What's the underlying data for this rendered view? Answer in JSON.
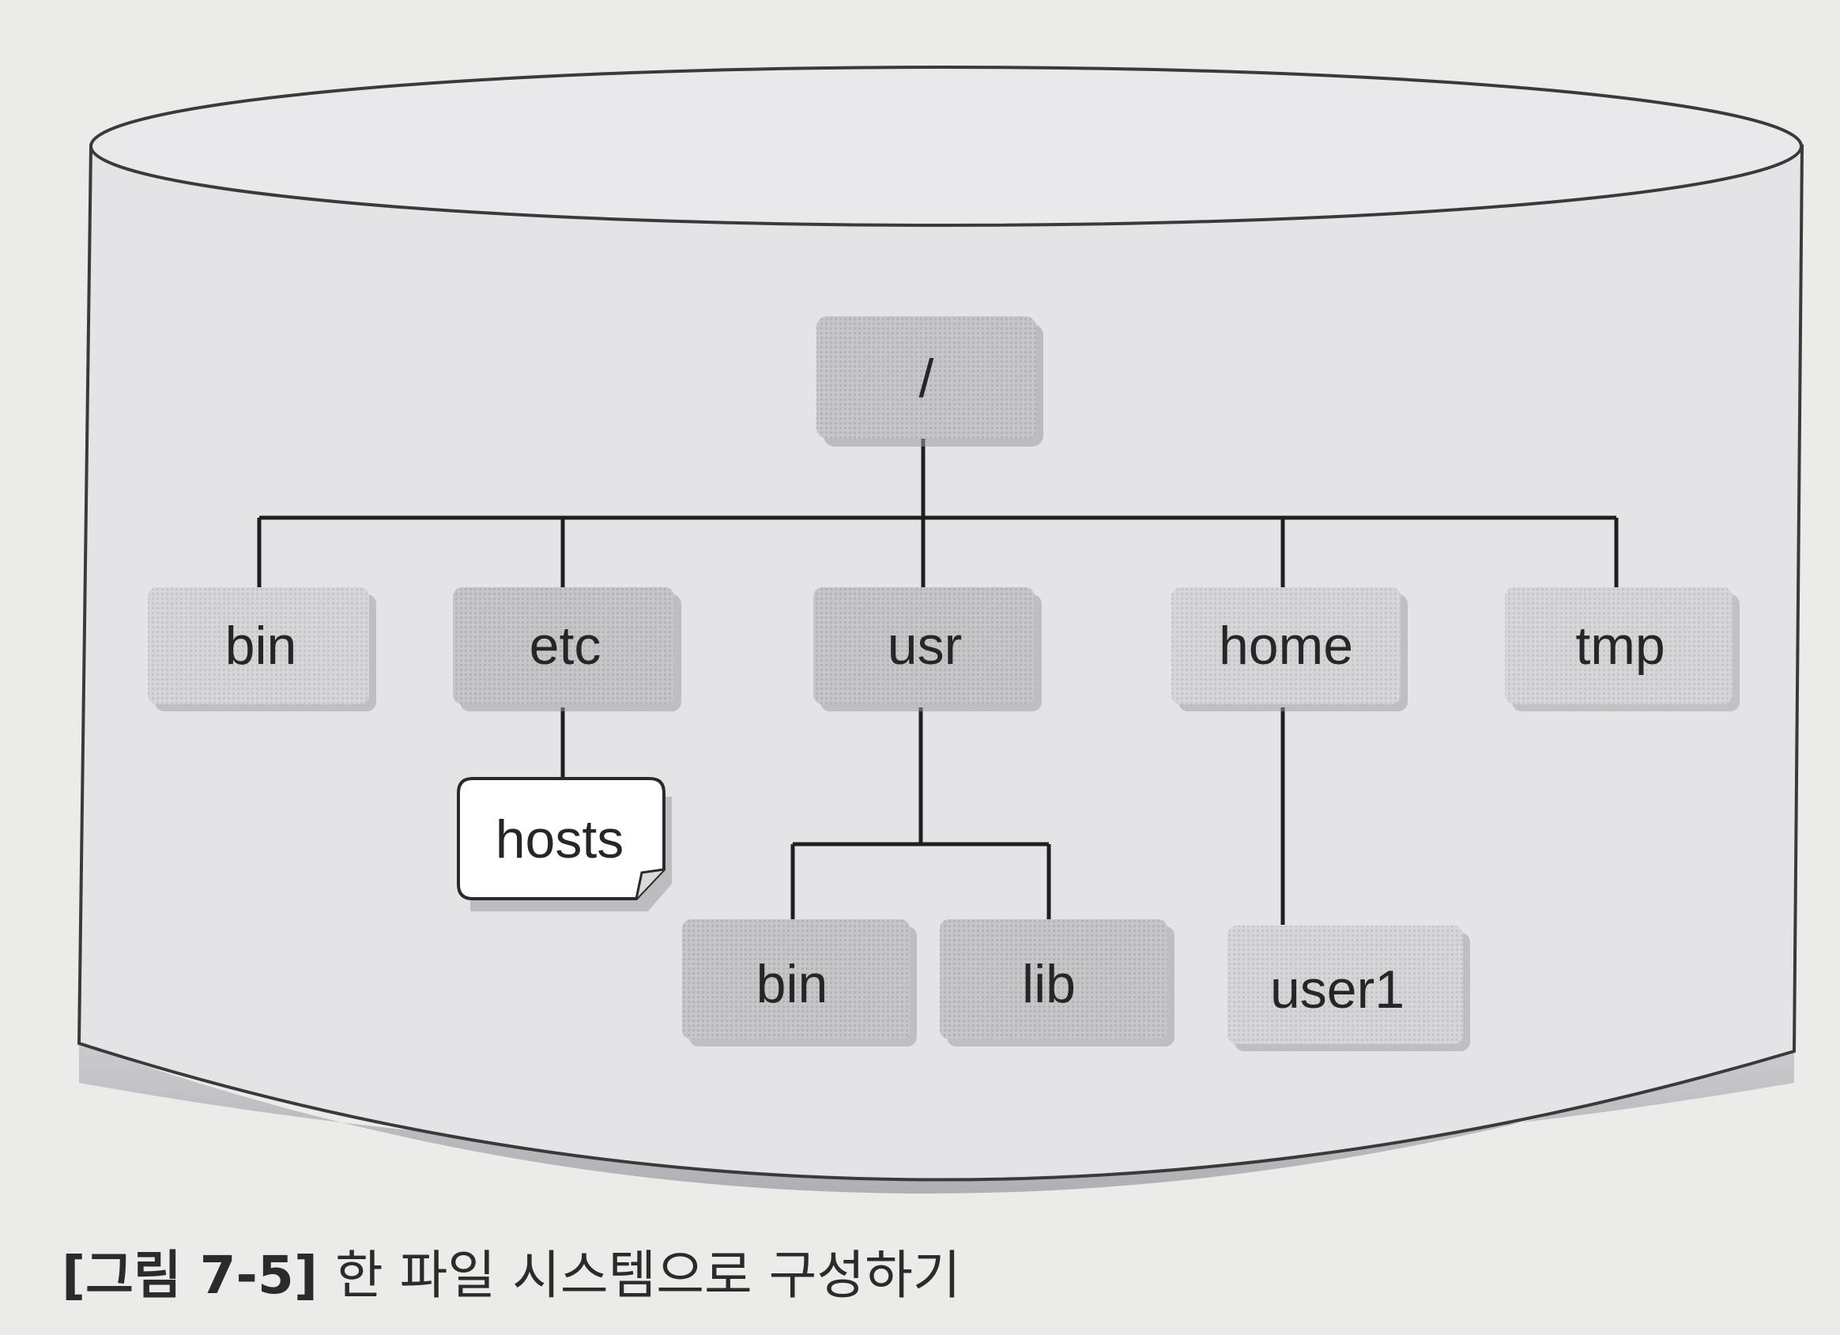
{
  "diagram": {
    "root": {
      "label": "/"
    },
    "top_level": [
      {
        "label": "bin"
      },
      {
        "label": "etc"
      },
      {
        "label": "usr"
      },
      {
        "label": "home"
      },
      {
        "label": "tmp"
      }
    ],
    "etc_children": [
      {
        "label": "hosts",
        "kind": "file"
      }
    ],
    "usr_children": [
      {
        "label": "bin"
      },
      {
        "label": "lib"
      }
    ],
    "home_children": [
      {
        "label": "user1"
      }
    ]
  },
  "caption": {
    "figure_number": "[그림 7-5]",
    "text": "한 파일 시스템으로 구성하기"
  },
  "colors": {
    "background": "#ebebea",
    "cylinder_fill": "#e3e3e6",
    "directory_box": "#c9c9cb",
    "file_box": "#ffffff",
    "line": "#1f1f1f"
  }
}
